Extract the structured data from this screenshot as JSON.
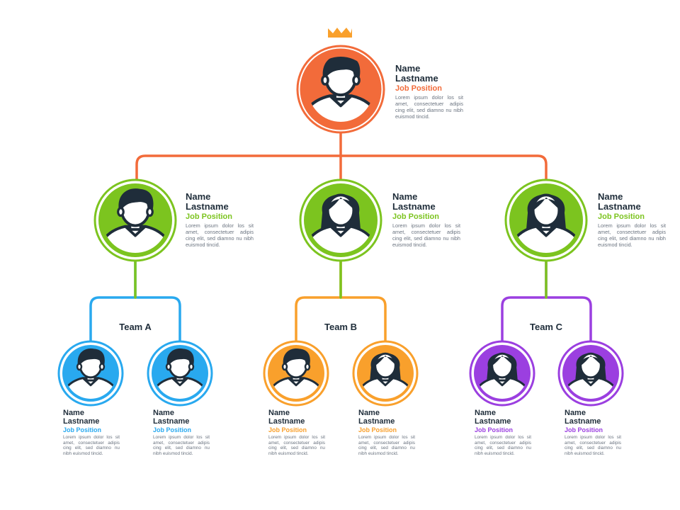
{
  "colors": {
    "orange_red": "#f26b3a",
    "green": "#7cc41f",
    "blue": "#29a9ef",
    "orange": "#f9a02c",
    "purple": "#9b3fe0",
    "dark": "#1f2d3a"
  },
  "icons": {
    "crown": "crown-icon",
    "person": "person-avatar-icon"
  },
  "ceo": {
    "name": "Name",
    "lastname": "Lastname",
    "position": "Job Position",
    "desc": "Lorem ipsum dolor los sit amet, consectetuer adipis cing elit, sed diamno nu nibh euismod tincid."
  },
  "managers": [
    {
      "name": "Name",
      "lastname": "Lastname",
      "position": "Job Position",
      "desc": "Lorem ipsum dolor los sit amet, consectetuer adipis cing elit, sed diamno nu nibh euismod tincid."
    },
    {
      "name": "Name",
      "lastname": "Lastname",
      "position": "Job Position",
      "desc": "Lorem ipsum dolor los sit amet, consectetuer adipis cing elit, sed diamno nu nibh euismod tincid."
    },
    {
      "name": "Name",
      "lastname": "Lastname",
      "position": "Job Position",
      "desc": "Lorem ipsum dolor los sit amet, consectetuer adipis cing elit, sed diamno nu nibh euismod tincid."
    }
  ],
  "teams": [
    {
      "label": "Team A",
      "members": [
        {
          "name": "Name",
          "lastname": "Lastname",
          "position": "Job Position",
          "desc": "Lorem ipsum dolor los sit amet, consectetuer adipis cing elit, sed diamno nu nibh euismod tincid."
        },
        {
          "name": "Name",
          "lastname": "Lastname",
          "position": "Job Position",
          "desc": "Lorem ipsum dolor los sit amet, consectetuer adipis cing elit, sed diamno nu nibh euismod tincid."
        }
      ]
    },
    {
      "label": "Team B",
      "members": [
        {
          "name": "Name",
          "lastname": "Lastname",
          "position": "Job Position",
          "desc": "Lorem ipsum dolor los sit amet, consectetuer adipis cing elit, sed diamno nu nibh euismod tincid."
        },
        {
          "name": "Name",
          "lastname": "Lastname",
          "position": "Job Position",
          "desc": "Lorem ipsum dolor los sit amet, consectetuer adipis cing elit, sed diamno nu nibh euismod tincid."
        }
      ]
    },
    {
      "label": "Team C",
      "members": [
        {
          "name": "Name",
          "lastname": "Lastname",
          "position": "Job Position",
          "desc": "Lorem ipsum dolor los sit amet, consectetuer adipis cing elit, sed diamno nu nibh euismod tincid."
        },
        {
          "name": "Name",
          "lastname": "Lastname",
          "position": "Job Position",
          "desc": "Lorem ipsum dolor los sit amet, consectetuer adipis cing elit, sed diamno nu nibh euismod tincid."
        }
      ]
    }
  ]
}
